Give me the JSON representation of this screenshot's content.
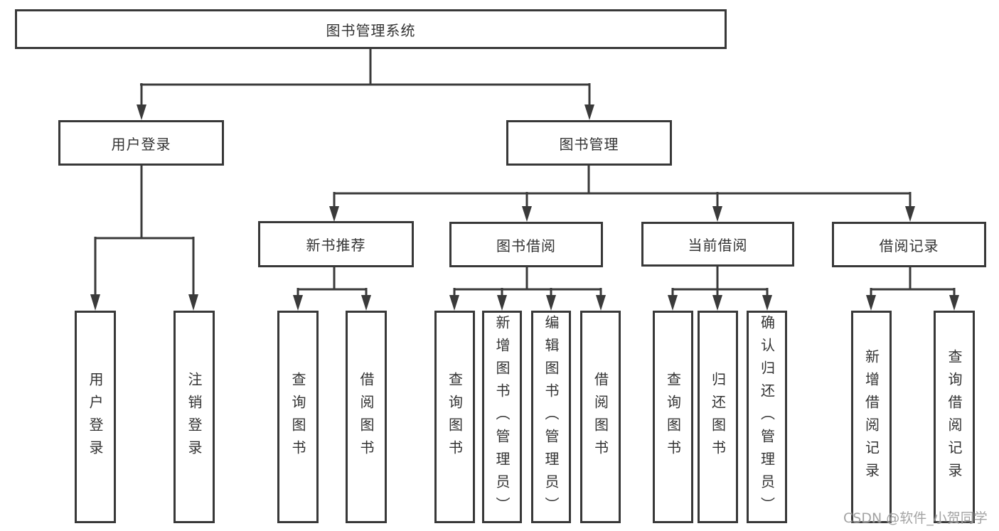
{
  "diagram": {
    "root": "图书管理系统",
    "level1": [
      "用户登录",
      "图书管理"
    ],
    "level2": [
      "新书推荐",
      "图书借阅",
      "当前借阅",
      "借阅记录"
    ],
    "leaves_login": [
      "用户登录",
      "注销登录"
    ],
    "leaves_recommend": [
      "查询图书",
      "借阅图书"
    ],
    "leaves_borrow": [
      "查询图书",
      "新增图书（管理员）",
      "编辑图书（管理员）",
      "借阅图书"
    ],
    "leaves_current": [
      "查询图书",
      "归还图书",
      "确认归还（管理员）"
    ],
    "leaves_records": [
      "新增借阅记录",
      "查询借阅记录"
    ]
  },
  "watermark": "CSDN @软件_小贺同学",
  "colors": {
    "line": "#3a3a3a",
    "text": "#333333",
    "watermark": "#9c9c9c"
  }
}
